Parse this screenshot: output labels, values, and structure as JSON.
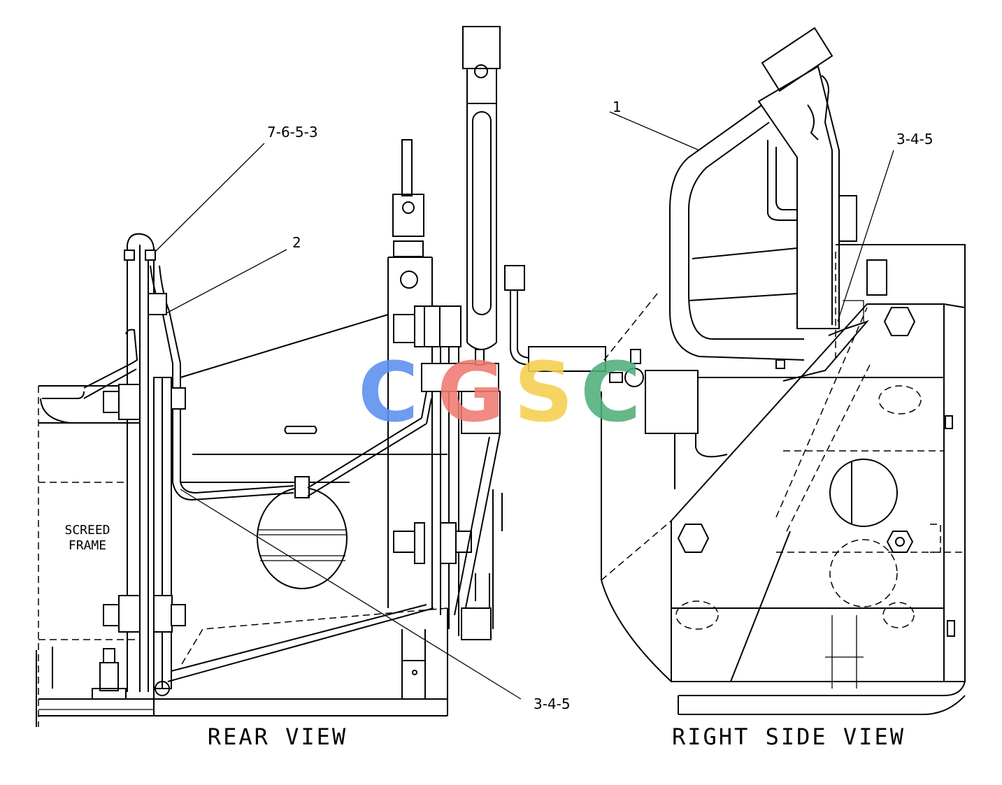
{
  "views": {
    "rear": {
      "caption": "REAR VIEW",
      "frame_label_line1": "SCREED",
      "frame_label_line2": "FRAME"
    },
    "right_side": {
      "caption": "RIGHT SIDE VIEW"
    }
  },
  "callouts": [
    "7-6-5-3",
    "2",
    "3-4-5",
    "1",
    "3-4-5"
  ],
  "watermark": {
    "letters": [
      "C",
      "G",
      "S",
      "C"
    ],
    "colors": [
      "#5b8ff0",
      "#ef7b73",
      "#f5cf4f",
      "#4faf7a"
    ]
  }
}
